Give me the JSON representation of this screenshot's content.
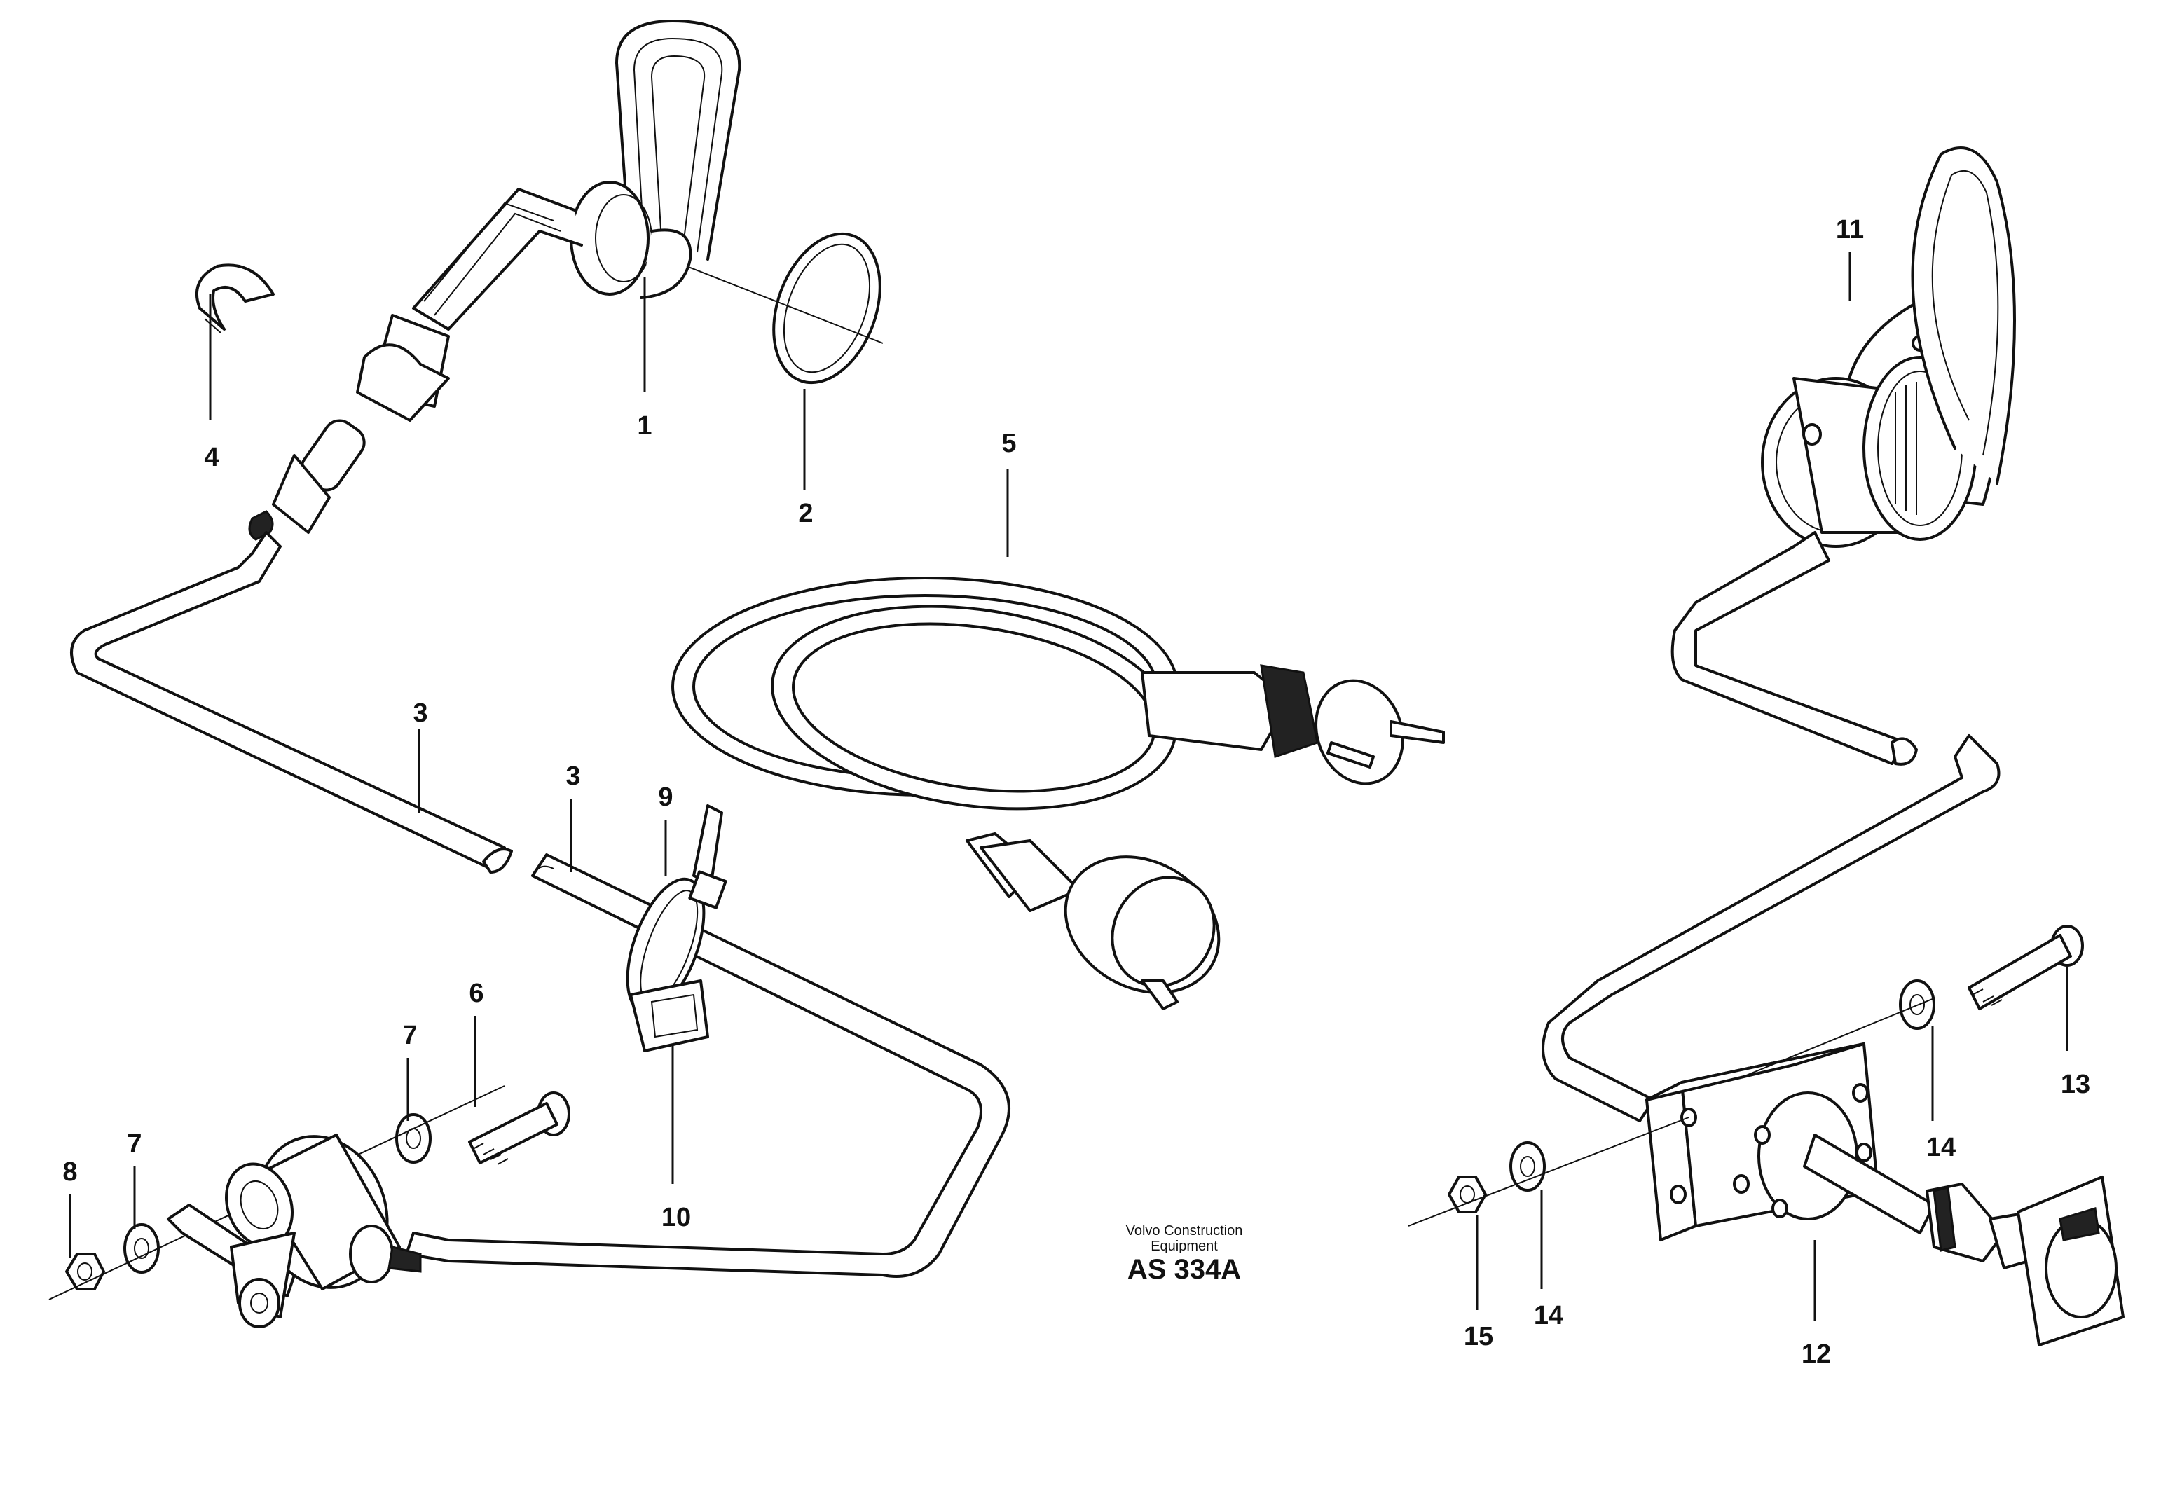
{
  "callouts": [
    {
      "id": "1",
      "text": "1"
    },
    {
      "id": "2",
      "text": "2"
    },
    {
      "id": "3a",
      "text": "3"
    },
    {
      "id": "3b",
      "text": "3"
    },
    {
      "id": "4",
      "text": "4"
    },
    {
      "id": "5",
      "text": "5"
    },
    {
      "id": "6",
      "text": "6"
    },
    {
      "id": "7a",
      "text": "7"
    },
    {
      "id": "7b",
      "text": "7"
    },
    {
      "id": "8",
      "text": "8"
    },
    {
      "id": "9",
      "text": "9"
    },
    {
      "id": "10",
      "text": "10"
    },
    {
      "id": "11",
      "text": "11"
    },
    {
      "id": "12",
      "text": "12"
    },
    {
      "id": "13",
      "text": "13"
    },
    {
      "id": "14a",
      "text": "14"
    },
    {
      "id": "14b",
      "text": "14"
    },
    {
      "id": "15",
      "text": "15"
    }
  ],
  "caption": {
    "company_line1": "Volvo Construction",
    "company_line2": "Equipment",
    "code": "AS 334A"
  }
}
